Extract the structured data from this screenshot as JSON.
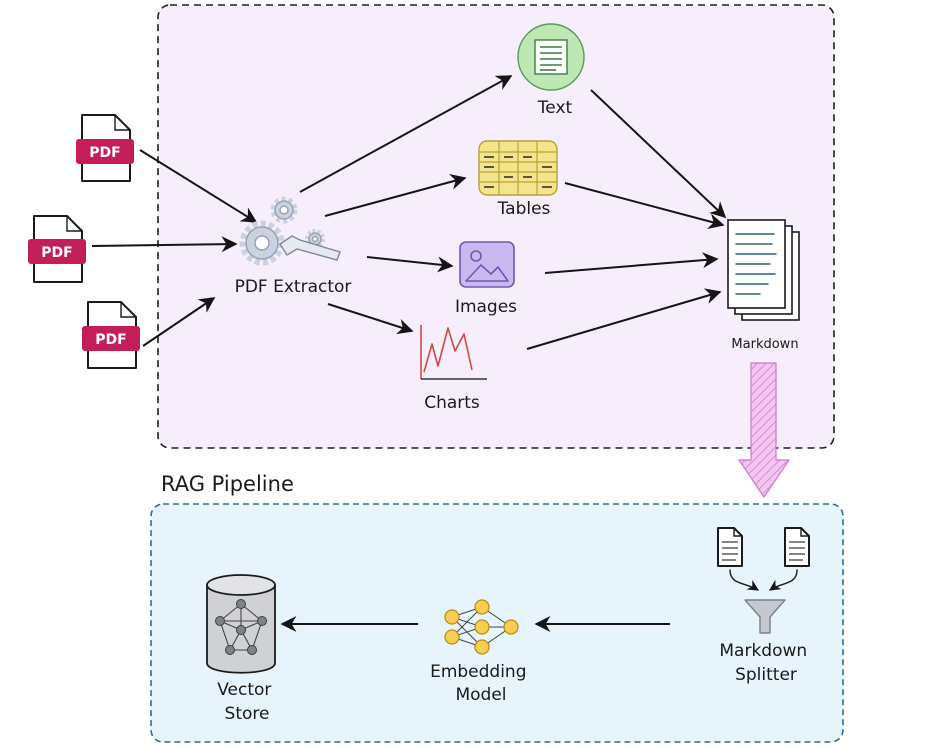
{
  "inputs": [
    {
      "id": "pdf1",
      "label": "PDF"
    },
    {
      "id": "pdf2",
      "label": "PDF"
    },
    {
      "id": "pdf3",
      "label": "PDF"
    }
  ],
  "extraction": {
    "extractor_label": "PDF Extractor",
    "outputs": {
      "text": "Text",
      "tables": "Tables",
      "images": "Images",
      "charts": "Charts"
    },
    "markdown_label": "Markdown"
  },
  "rag": {
    "title": "RAG Pipeline",
    "splitter_label": "Markdown\nSplitter",
    "embedding_label": "Embedding\nModel",
    "store_label": "Vector\nStore"
  },
  "colors": {
    "extraction_bg": "#f7eefb",
    "rag_bg": "#e7f4fb",
    "pdf_badge": "#c41e5a",
    "text_circle": "#bde8b4",
    "tables_fill": "#f4e58c",
    "images_fill": "#c9b9ef",
    "chart_line": "#d04848",
    "big_arrow": "#e8a8e6",
    "neural_node": "#f6cf52",
    "store_fill": "#cfd1d5"
  }
}
